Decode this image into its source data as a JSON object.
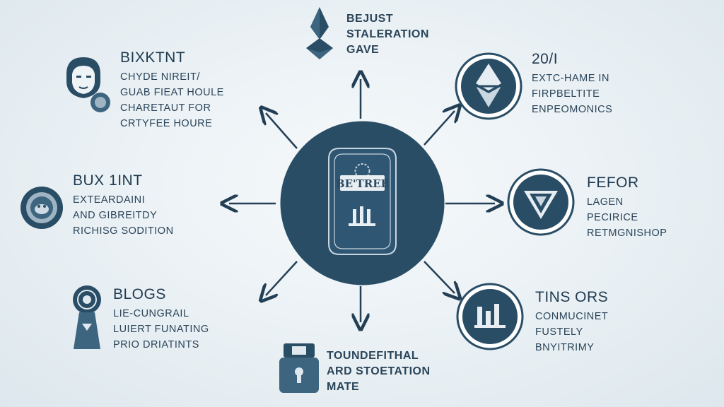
{
  "center": {
    "label": "BE'TREE"
  },
  "nodes": {
    "top": {
      "lines": [
        "BEJUST",
        "STALERATION",
        "GAVE"
      ]
    },
    "top_right": {
      "title": "20/I",
      "lines": [
        "EXTC-HAME IN",
        "FIRPBELTITE",
        "ENPEOMONICS"
      ]
    },
    "right": {
      "title": "FEFOR",
      "lines": [
        "LAGEN",
        "PECIRICE",
        "RETMGNISHOP"
      ]
    },
    "bottom_right": {
      "title": "TINS ORS",
      "lines": [
        "CONMUCINET",
        "FUSTELY",
        "BNYITRIMY"
      ]
    },
    "bottom": {
      "lines": [
        "TOUNDEFITHAL",
        "ARD STOETATION",
        "MATE"
      ]
    },
    "bottom_left": {
      "title": "BLOGS",
      "lines": [
        "LIE-CUNGRAIL",
        "LUIERT FUNATING",
        "PRIO DRIATINTS"
      ]
    },
    "left": {
      "title": "BUX 1INT",
      "lines": [
        "EXTEARDAINI",
        "AND GIBREITDY",
        "RICHISG SODITION"
      ]
    },
    "top_left": {
      "title": "BIXKTNT",
      "lines": [
        "CHYDE NIREIT/",
        "GUAB FIEAT HOULE",
        "CHARETAUT FOR",
        "CRTYFEE HOURE"
      ]
    }
  },
  "colors": {
    "primary": "#2a4d66",
    "background": "#eaf1f5",
    "text": "#233f55"
  },
  "icons": {
    "top": "crystal-pyramid-icon",
    "top_right": "ethereum-diamond-icon",
    "right": "triangle-badge-icon",
    "bottom_right": "bar-chart-badge-icon",
    "bottom": "lock-padlock-icon",
    "bottom_left": "medal-badge-icon",
    "left": "seal-emblem-icon",
    "top_left": "person-profile-icon"
  }
}
